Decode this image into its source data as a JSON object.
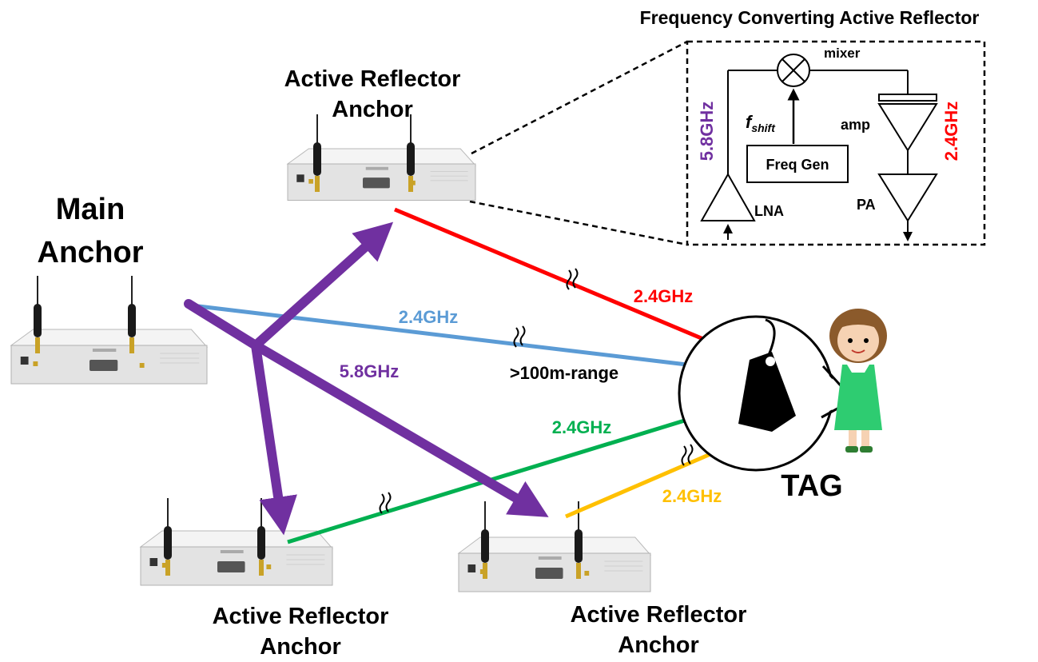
{
  "title": "Frequency Converting Active Reflector",
  "labels": {
    "main_anchor_line1": "Main",
    "main_anchor_line2": "Anchor",
    "ar_top_line1": "Active Reflector",
    "ar_top_line2": "Anchor",
    "ar_bl_line1": "Active Reflector",
    "ar_bl_line2": "Anchor",
    "ar_br_line1": "Active Reflector",
    "ar_br_line2": "Anchor",
    "tag": "TAG",
    "freq_blue": "2.4GHz",
    "range": ">100m-range",
    "freq_purple": "5.8GHz",
    "freq_red": "2.4GHz",
    "freq_green": "2.4GHz",
    "freq_yellow": "2.4GHz"
  },
  "inset": {
    "mixer": "mixer",
    "fshift_f": "f",
    "fshift_sub": "shift",
    "amp": "amp",
    "freq_gen": "Freq Gen",
    "lna": "LNA",
    "pa": "PA",
    "in_freq": "5.8GHz",
    "out_freq": "2.4GHz"
  },
  "colors": {
    "purple": "#7030a0",
    "blue": "#5b9bd5",
    "red": "#ff0000",
    "green": "#00b050",
    "yellow": "#ffc000",
    "device_body": "#e8e8e8"
  },
  "icons": [
    "radio-device-icon",
    "antenna-icon",
    "tag-icon",
    "girl-icon",
    "mixer-icon",
    "amplifier-icon",
    "wave-break-icon"
  ]
}
